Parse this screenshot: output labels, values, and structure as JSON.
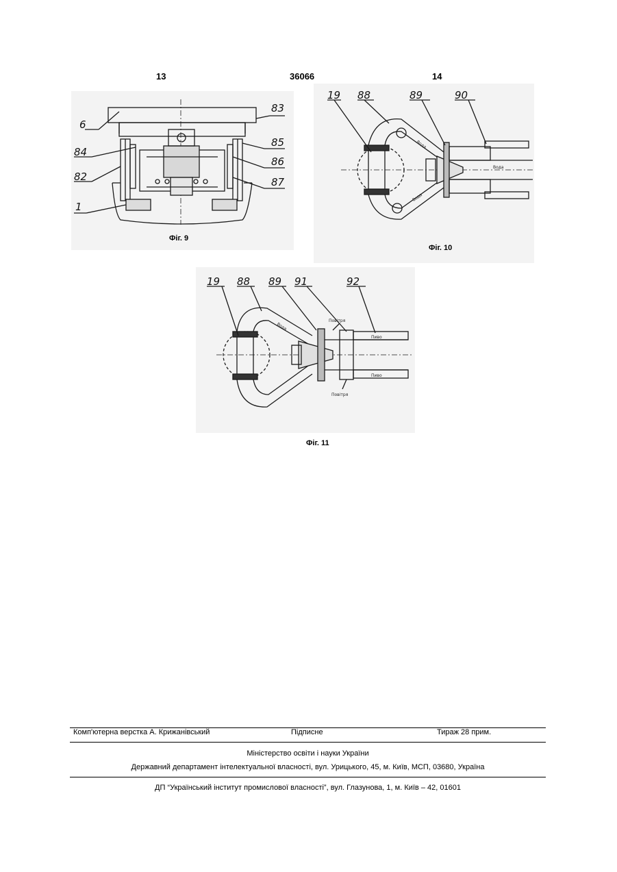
{
  "header": {
    "page_left": "13",
    "patent_number": "36066",
    "page_right": "14"
  },
  "figures": {
    "fig9": {
      "caption": "Фіг. 9",
      "labels": [
        "6",
        "83",
        "84",
        "85",
        "82",
        "86",
        "87",
        "1"
      ]
    },
    "fig10": {
      "caption": "Фіг. 10",
      "labels": [
        "19",
        "88",
        "89",
        "90"
      ],
      "pipe_text": [
        "Вода",
        "Вода",
        "Вода"
      ]
    },
    "fig11": {
      "caption": "Фіг. 11",
      "labels": [
        "19",
        "88",
        "89",
        "91",
        "92"
      ],
      "pipe_text": [
        "Повітря",
        "Пиво",
        "Вода",
        "Повітря",
        "Пиво"
      ]
    }
  },
  "footer": {
    "typesetting": "Комп'ютерна верстка А. Крижанівський",
    "subscription": "Підписне",
    "circulation": "Тираж 28 прим.",
    "ministry": "Міністерство освіти і науки України",
    "department": "Державний департамент інтелектуальної власності, вул. Урицького, 45, м. Київ, МСП, 03680, Україна",
    "institute": "ДП “Український інститут промислової власності”, вул. Глазунова, 1, м. Київ – 42, 01601"
  }
}
